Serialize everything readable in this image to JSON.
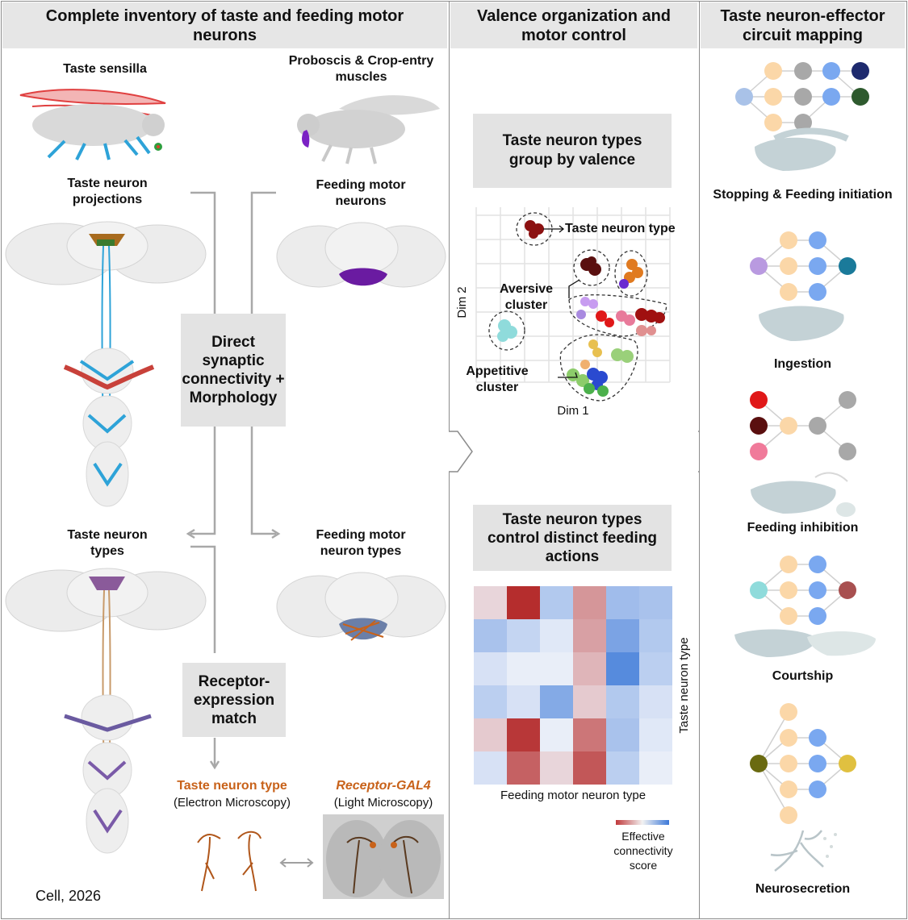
{
  "panels": {
    "inventory": {
      "title": "Complete inventory of taste and feeding motor neurons",
      "taste_sensilla": "Taste sensilla",
      "proboscis_muscles": "Proboscis & Crop-entry muscles",
      "taste_projections": "Taste neuron projections",
      "feeding_motor_neurons": "Feeding motor neurons",
      "method_connectivity": "Direct synaptic connectivity + Morphology",
      "taste_neuron_types": "Taste neuron types",
      "feeding_motor_neuron_types": "Feeding motor neuron types",
      "method_receptor": "Receptor-expression match",
      "em_title": "Taste neuron type",
      "em_subtitle": "(Electron Microscopy)",
      "lm_title": "Receptor-GAL4",
      "lm_subtitle": "(Light Microscopy)"
    },
    "valence": {
      "title": "Valence organization and motor control",
      "box1": "Taste neuron types group by valence",
      "taste_type_label": "Taste neuron type",
      "aversive_label": "Aversive cluster",
      "appetitive_label": "Appetitive cluster",
      "dim1": "Dim 1",
      "dim2": "Dim 2",
      "box2": "Taste neuron types control distinct feeding actions",
      "heatmap_xlabel": "Feeding motor neuron type",
      "heatmap_ylabel": "Taste neuron type",
      "legend_label": "Effective connectivity score"
    },
    "mapping": {
      "title": "Taste neuron-effector circuit mapping",
      "behaviors": [
        "Stopping & Feeding initiation",
        "Ingestion",
        "Feeding inhibition",
        "Courtship",
        "Neurosecretion"
      ]
    }
  },
  "citation": "Cell, 2026",
  "chart_data": {
    "type": "heatmap",
    "xlabel": "Feeding motor neuron type",
    "ylabel": "Taste neuron type",
    "colorbar_label": "Effective connectivity score",
    "colors": {
      "positive": "#b22222",
      "negative": "#3b78d8",
      "neutral": "#f2f4fa"
    },
    "values": [
      [
        0.15,
        0.95,
        -0.35,
        0.45,
        -0.45,
        -0.4
      ],
      [
        -0.4,
        -0.25,
        -0.1,
        0.4,
        -0.65,
        -0.35
      ],
      [
        -0.15,
        -0.05,
        -0.05,
        0.3,
        -0.85,
        -0.3
      ],
      [
        -0.3,
        -0.15,
        -0.6,
        0.2,
        -0.35,
        -0.15
      ],
      [
        0.2,
        0.9,
        -0.05,
        0.6,
        -0.4,
        -0.1
      ],
      [
        -0.15,
        0.7,
        0.15,
        0.75,
        -0.3,
        -0.05
      ]
    ]
  },
  "colors": {
    "panel_border": "#8c8c8c",
    "header_bg": "#e6e6e6",
    "taste_blue": "#2ea3d8",
    "motor_purple": "#6a1ba1",
    "em_orange": "#c8621a"
  }
}
